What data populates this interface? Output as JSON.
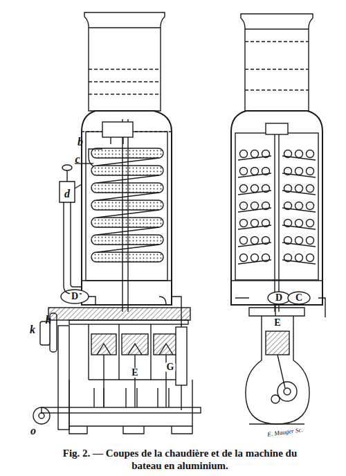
{
  "diagram": {
    "caption": "Fig. 2. — Coupes de la chaudière et de la machine du bateau en aluminium.",
    "labels": [
      "b",
      "c",
      "d",
      "D",
      "h",
      "k",
      "E",
      "G",
      "o",
      "D",
      "C",
      "E",
      "E. Mauger Sc."
    ]
  }
}
